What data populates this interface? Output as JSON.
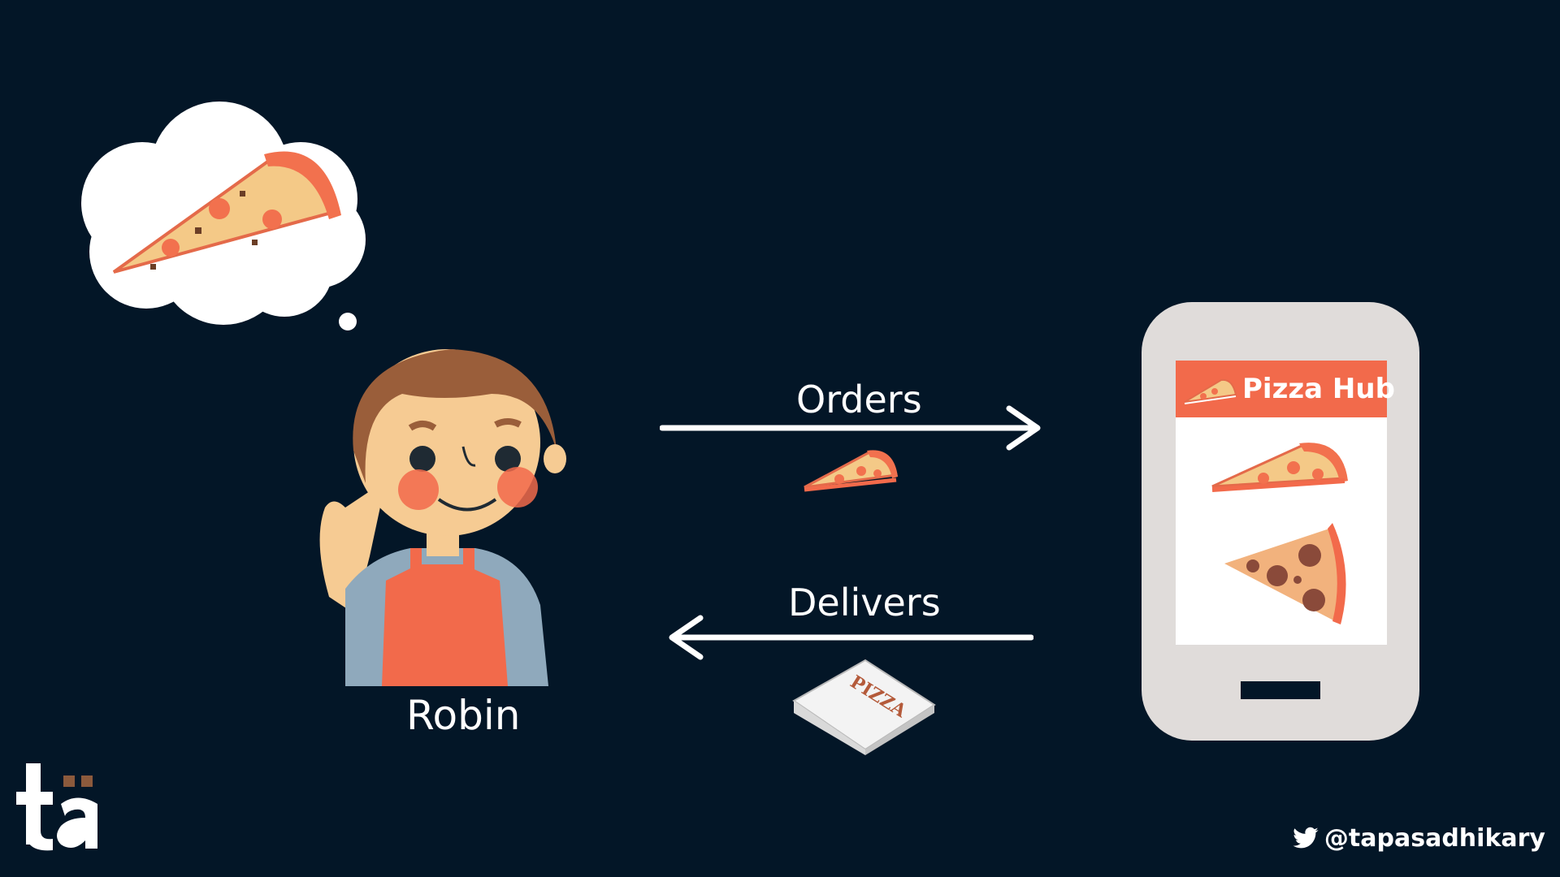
{
  "labels": {
    "orders": "Orders",
    "delivers": "Delivers",
    "person": "Robin"
  },
  "phone": {
    "app_name": "Pizza Hub"
  },
  "pizza_box_text": "PIZZA",
  "logo_text": "tä",
  "social": {
    "handle": "@tapasadhikary",
    "icon": "twitter-bird-icon"
  },
  "colors": {
    "background": "#031627",
    "accent": "#F26A4B",
    "phone_body": "#E0DCDA",
    "text": "#FFFFFF"
  }
}
